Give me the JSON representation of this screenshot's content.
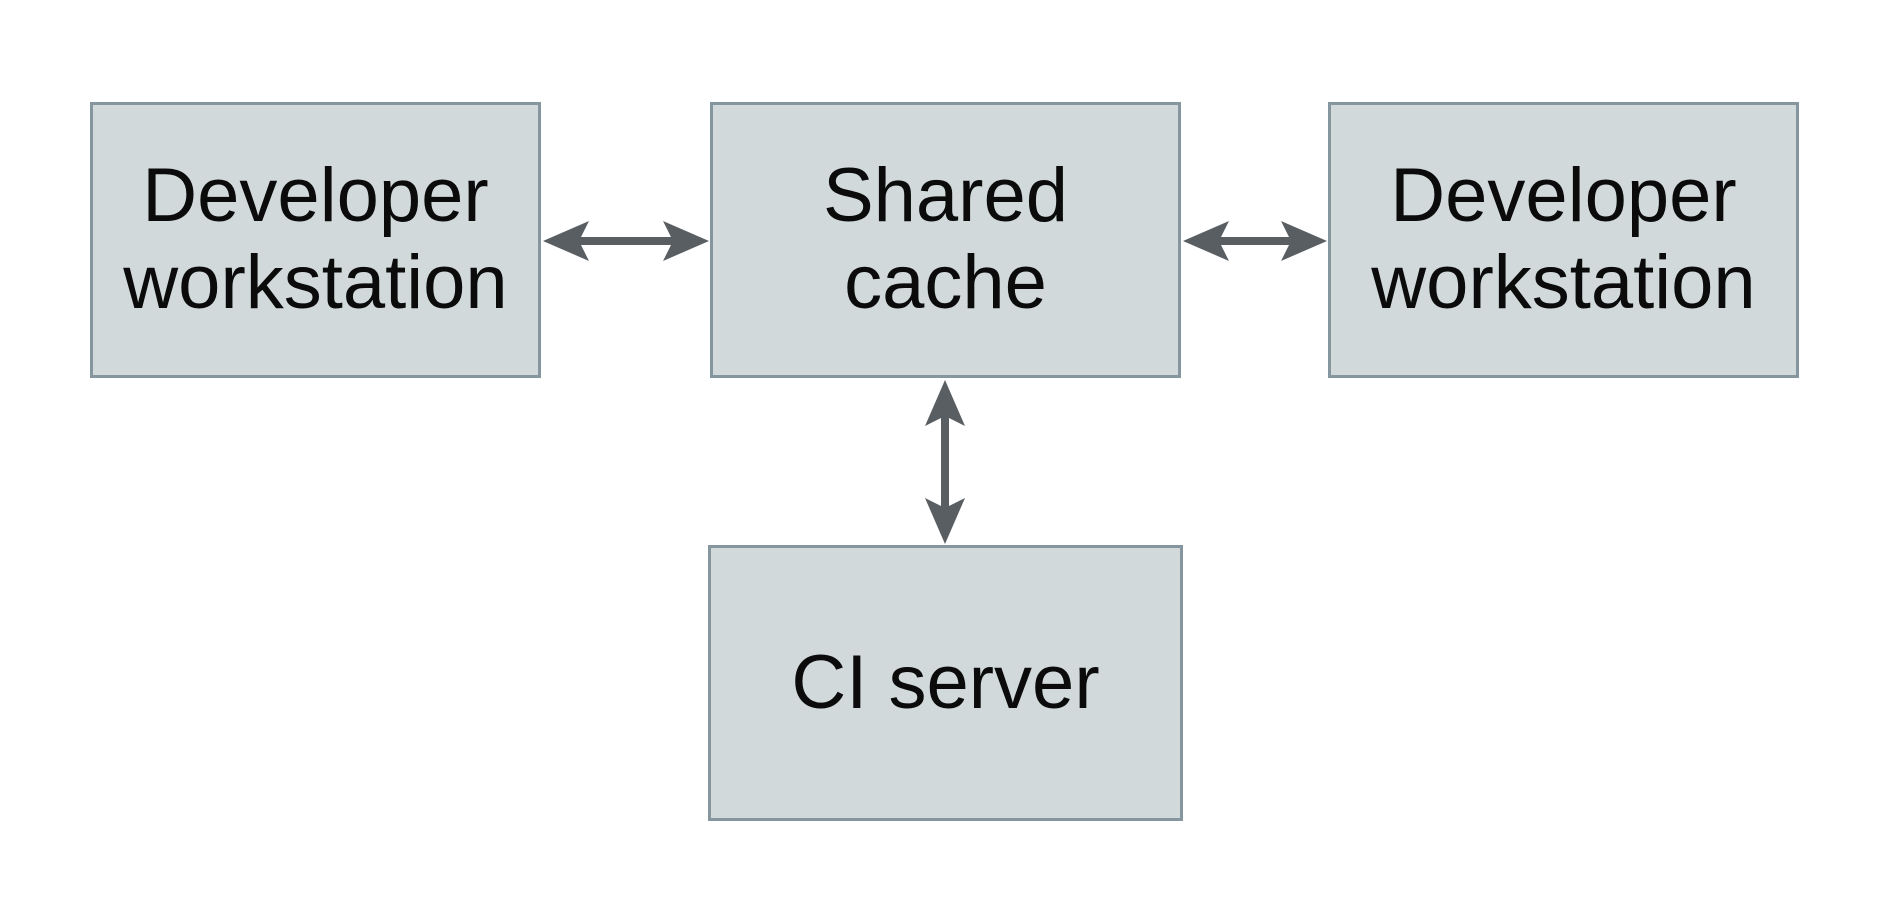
{
  "diagram": {
    "nodes": [
      {
        "id": "dev-workstation-left",
        "label": "Developer\nworkstation"
      },
      {
        "id": "shared-cache",
        "label": "Shared\ncache"
      },
      {
        "id": "dev-workstation-right",
        "label": "Developer\nworkstation"
      },
      {
        "id": "ci-server",
        "label": "CI server"
      }
    ],
    "edges": [
      {
        "from": "dev-workstation-left",
        "to": "shared-cache",
        "direction": "bidirectional",
        "orientation": "horizontal"
      },
      {
        "from": "shared-cache",
        "to": "dev-workstation-right",
        "direction": "bidirectional",
        "orientation": "horizontal"
      },
      {
        "from": "shared-cache",
        "to": "ci-server",
        "direction": "bidirectional",
        "orientation": "vertical"
      }
    ]
  },
  "colors": {
    "canvas-bg": "#ffffff",
    "box-fill": "#d2d9db",
    "box-border": "#85969e",
    "arrow": "#595e62",
    "text": "#0b0b0b"
  }
}
